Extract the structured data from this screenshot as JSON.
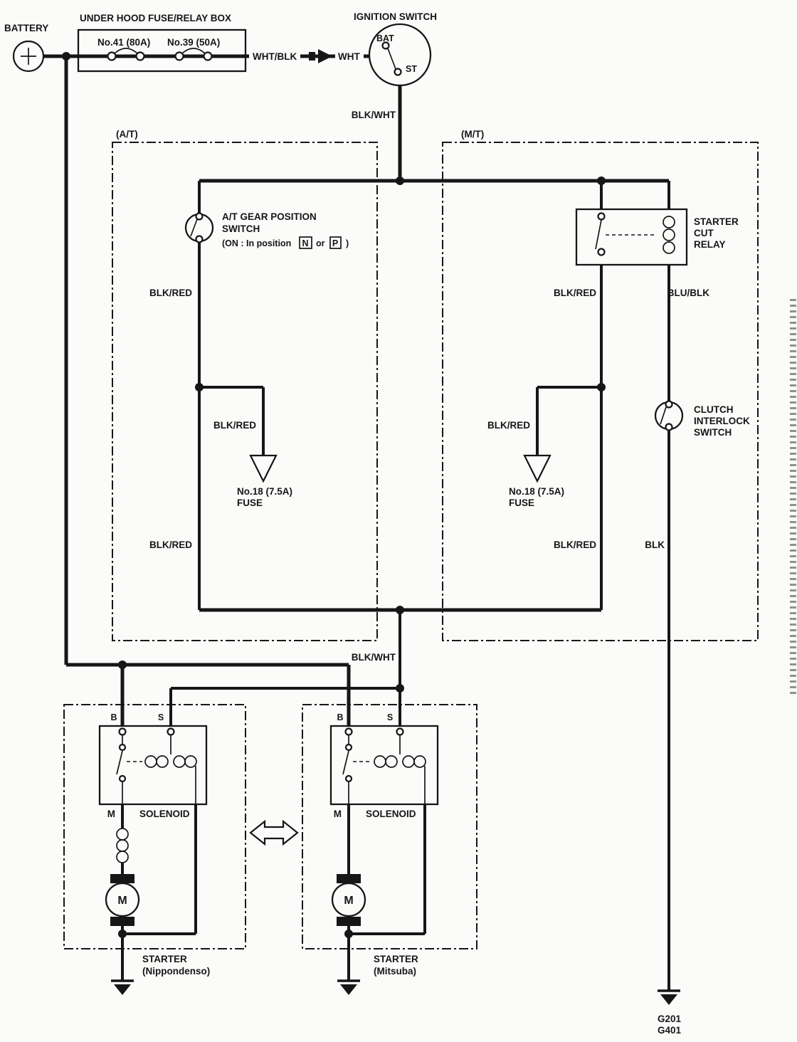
{
  "battery": {
    "label": "BATTERY"
  },
  "fuse_box": {
    "title": "UNDER  HOOD FUSE/RELAY BOX",
    "fuse_41": "No.41 (80A)",
    "fuse_39": "No.39 (50A)"
  },
  "ignition_switch": {
    "title": "IGNITION SWITCH",
    "bat_terminal": "BAT",
    "st_terminal": "ST"
  },
  "wire_labels": {
    "wht_blk": "WHT/BLK",
    "wht": "WHT",
    "blk_wht_upper": "BLK/WHT",
    "blk_wht_lower": "BLK/WHT"
  },
  "at_section": {
    "tag": "(A/T)",
    "gear_switch_line1": "A/T GEAR POSITION",
    "gear_switch_line2": "SWITCH",
    "gear_switch_cond_prefix": "(ON : In position",
    "gear_switch_pos1": "N",
    "gear_switch_or": "or",
    "gear_switch_pos2": "P",
    "gear_switch_cond_suffix": ")",
    "wire_upper": "BLK/RED",
    "wire_branch": "BLK/RED",
    "wire_lower": "BLK/RED",
    "fuse_rating": "No.18 (7.5A)",
    "fuse_label": "FUSE"
  },
  "mt_section": {
    "tag": "(M/T)",
    "relay_line1": "STARTER",
    "relay_line2": "CUT",
    "relay_line3": "RELAY",
    "wire_relay_out": "BLK/RED",
    "wire_coil_out": "BLU/BLK",
    "wire_branch": "BLK/RED",
    "wire_lower": "BLK/RED",
    "fuse_rating": "No.18 (7.5A)",
    "fuse_label": "FUSE",
    "clutch_line1": "CLUTCH",
    "clutch_line2": "INTERLOCK",
    "clutch_line3": "SWITCH",
    "wire_blk": "BLK"
  },
  "starter_left": {
    "terminal_b": "B",
    "terminal_s": "S",
    "terminal_m": "M",
    "solenoid_label": "SOLENOID",
    "motor_label": "M",
    "name": "STARTER",
    "maker": "(Nippondenso)"
  },
  "starter_right": {
    "terminal_b": "B",
    "terminal_s": "S",
    "terminal_m": "M",
    "solenoid_label": "SOLENOID",
    "motor_label": "M",
    "name": "STARTER",
    "maker": "(Mitsuba)"
  },
  "grounds": {
    "g201": "G201",
    "g401": "G401"
  }
}
